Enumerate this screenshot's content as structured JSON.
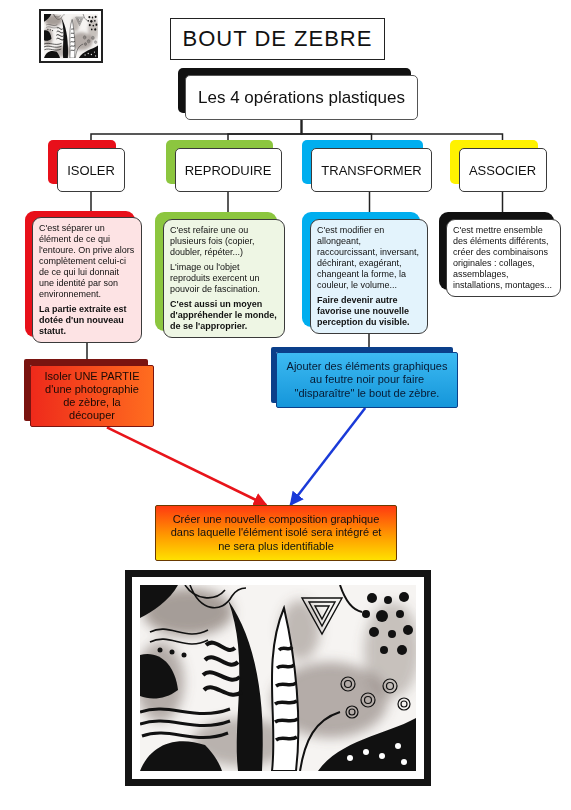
{
  "diagram": {
    "title": "BOUT DE ZEBRE",
    "nodes": [
      {
        "text": [
          "Les 4 opérations plastiques"
        ]
      },
      {
        "text": [
          "ISOLER"
        ]
      },
      {
        "text": [
          "REPRODUIRE"
        ]
      },
      {
        "text": [
          "TRANSFORMER"
        ]
      },
      {
        "text": [
          "ASSOCIER"
        ]
      },
      {
        "text": [
          "C'est séparer un élément de ce qui l'entoure. On prive alors complètement celui-ci de ce qui lui donnait une identité par son environnement.",
          "La partie extraite est dotée d'un nouveau statut."
        ]
      },
      {
        "text": [
          "C'est refaire une ou plusieurs fois (copier, doubler, répéter...)",
          "L'image ou l'objet reproduits exercent un pouvoir de fascination.",
          "C'est aussi un moyen d'appréhender le monde, de se l'approprier."
        ]
      },
      {
        "text": [
          "C'est modifier en allongeant, raccourcissant, inversant, déchirant, exagérant, changeant la forme, la couleur, le volume...",
          "Faire devenir autre favorise une nouvelle perception du visible."
        ]
      },
      {
        "text": [
          "C'est mettre ensemble des éléments différents, créer des combinaisons originales : collages, assemblages, installations, montages..."
        ]
      },
      {
        "text": [
          "Isoler UNE PARTIE d'une photographie de zèbre, la découper"
        ]
      },
      {
        "text": [
          "Ajouter des éléments graphiques au feutre noir pour faire \"disparaître\" le bout de zèbre."
        ]
      },
      {
        "text": [
          "Créer une nouvelle composition graphique dans laquelle l'élément isolé sera intégré et ne sera plus identifiable"
        ]
      }
    ],
    "edges": [
      {
        "from": 0,
        "to": 1,
        "arrow": "none"
      },
      {
        "from": 0,
        "to": 2,
        "arrow": "none"
      },
      {
        "from": 0,
        "to": 3,
        "arrow": "none"
      },
      {
        "from": 0,
        "to": 4,
        "arrow": "none"
      },
      {
        "from": 1,
        "to": 5,
        "arrow": "none"
      },
      {
        "from": 2,
        "to": 6,
        "arrow": "none"
      },
      {
        "from": 3,
        "to": 7,
        "arrow": "none"
      },
      {
        "from": 4,
        "to": 8,
        "arrow": "none"
      },
      {
        "from": 5,
        "to": 9,
        "arrow": "none"
      },
      {
        "from": 7,
        "to": 10,
        "arrow": "none"
      },
      {
        "from": 9,
        "to": 11,
        "arrow": "to"
      },
      {
        "from": 10,
        "to": 11,
        "arrow": "to"
      }
    ]
  }
}
